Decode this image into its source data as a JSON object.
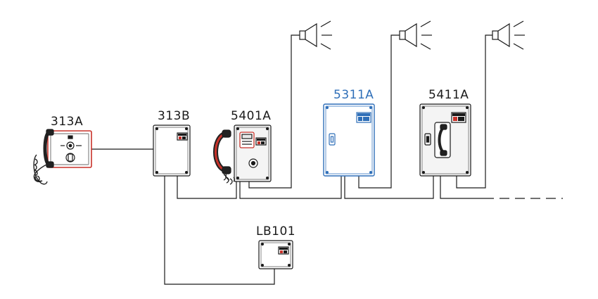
{
  "colors": {
    "line": "#1a1a1a",
    "highlight": "#2f6fb8",
    "red": "#c8322a",
    "panel_fill": "#f4f4f4",
    "handset": "#222222"
  },
  "devices": {
    "d313a": {
      "label": "313A"
    },
    "d313b": {
      "label": "313B"
    },
    "d5401a": {
      "label": "5401A"
    },
    "d5311a": {
      "label": "5311A"
    },
    "d5411a": {
      "label": "5411A"
    },
    "lb101": {
      "label": "LB101"
    }
  },
  "icons": [
    "speaker-icon",
    "handset-icon",
    "logo-badge-icon",
    "key-switch-icon"
  ]
}
